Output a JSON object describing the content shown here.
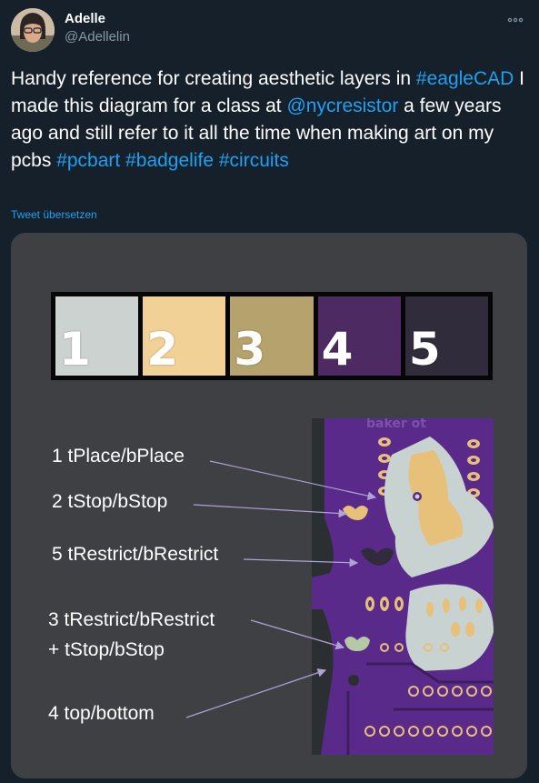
{
  "author": {
    "display_name": "Adelle",
    "handle": "@Adellelin",
    "avatar_icon": "profile-photo"
  },
  "more_icon": "more-horizontal-icon",
  "tweet": {
    "segments": [
      {
        "text": "Handy reference for creating aesthetic layers in ",
        "link": false
      },
      {
        "text": "#eagleCAD",
        "link": true
      },
      {
        "text": " I made this diagram for a class at ",
        "link": false
      },
      {
        "text": "@nycresistor",
        "link": true
      },
      {
        "text": " a few years ago and still refer to it all the time when making art on my pcbs ",
        "link": false
      },
      {
        "text": "#pcbart",
        "link": true
      },
      {
        "text": " ",
        "link": false
      },
      {
        "text": "#badgelife",
        "link": true
      },
      {
        "text": " ",
        "link": false
      },
      {
        "text": "#circuits",
        "link": true
      }
    ],
    "translate_label": "Tweet übersetzen"
  },
  "diagram": {
    "swatches": [
      {
        "number": "1",
        "color": "#cbd2cf"
      },
      {
        "number": "2",
        "color": "#f1d195"
      },
      {
        "number": "3",
        "color": "#b5a26d"
      },
      {
        "number": "4",
        "color": "#4d2a62"
      },
      {
        "number": "5",
        "color": "#302c3b"
      }
    ],
    "labels": {
      "place": "1 tPlace/bPlace",
      "stop": "2 tStop/bStop",
      "restrict5": "5 tRestrict/bRestrict",
      "restrict3_line1": "3 tRestrict/bRestrict",
      "restrict3_line2": "+ tStop/bStop",
      "top": "4 top/bottom"
    },
    "colors": {
      "board_purple": "#5a2a8a",
      "silkscreen": "#c8d2d0",
      "gold": "#e7c07a",
      "arrow": "#b1a2d6"
    }
  }
}
